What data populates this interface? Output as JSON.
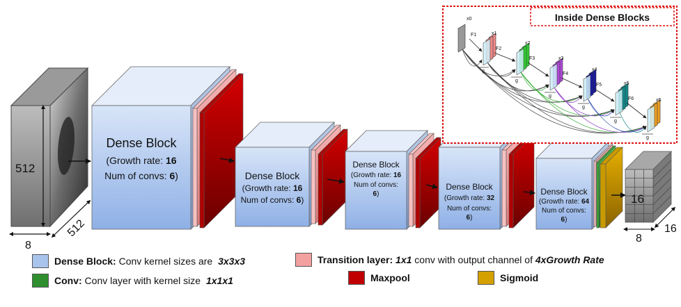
{
  "input_volume": {
    "height_label": "512",
    "depth_label": "512",
    "width_label": "8"
  },
  "output_volume": {
    "height_label": "16",
    "depth_label": "16",
    "width_label": "8"
  },
  "dense_blocks": [
    {
      "title": "Dense Block",
      "growth_prefix": "(Growth rate: ",
      "growth": "16",
      "convs_prefix": "Num of convs: ",
      "convs": "6",
      "convs_suffix": ")"
    },
    {
      "title": "Dense Block",
      "growth_prefix": "(Growth rate: ",
      "growth": "16",
      "convs_prefix": "Num of convs: ",
      "convs": "6",
      "convs_suffix": ")"
    },
    {
      "title": "Dense Block",
      "growth_prefix": "(Growth rate: ",
      "growth": "16",
      "convs_prefix": "Num of convs:",
      "convs": "6",
      "convs_suffix": ")"
    },
    {
      "title": "Dense Block",
      "growth_prefix": "(Growth rate: ",
      "growth": "32",
      "convs_prefix": "Num of convs:",
      "convs": "6",
      "convs_suffix": ")"
    },
    {
      "title": "Dense Block",
      "growth_prefix": "(Growth rate: ",
      "growth": "64",
      "convs_prefix": "Num of convs:",
      "convs": "6",
      "convs_suffix": ")"
    }
  ],
  "inset": {
    "title": "Inside Dense Blocks",
    "x_labels": [
      "x0",
      "x1",
      "x2",
      "x3",
      "x4",
      "x5",
      "x6"
    ],
    "f_labels": [
      "F1",
      "F2",
      "F3",
      "F4",
      "F5",
      "F6"
    ],
    "g_label": "g",
    "colors": [
      "#999999",
      "#f08a8a",
      "#33cc33",
      "#b04ad8",
      "#1a1aa0",
      "#138a8a",
      "#f0a020"
    ]
  },
  "legend": {
    "dense": {
      "name": "Dense Block:",
      "text": " Conv kernel sizes are ",
      "em": "3x3x3",
      "color": "#a9c4ec"
    },
    "conv": {
      "name": "Conv:",
      "text": " Conv layer with kernel size ",
      "em": "1x1x1",
      "color": "#2f8f2f"
    },
    "transition": {
      "name": "Transition layer:",
      "em1": " 1x1",
      "text": " conv with output channel of ",
      "em2": "4xGrowth Rate",
      "color": "#f2a0a0"
    },
    "maxpool": {
      "name": "Maxpool",
      "color": "#c00000"
    },
    "sigmoid": {
      "name": "Sigmoid",
      "color": "#d4a000"
    }
  }
}
